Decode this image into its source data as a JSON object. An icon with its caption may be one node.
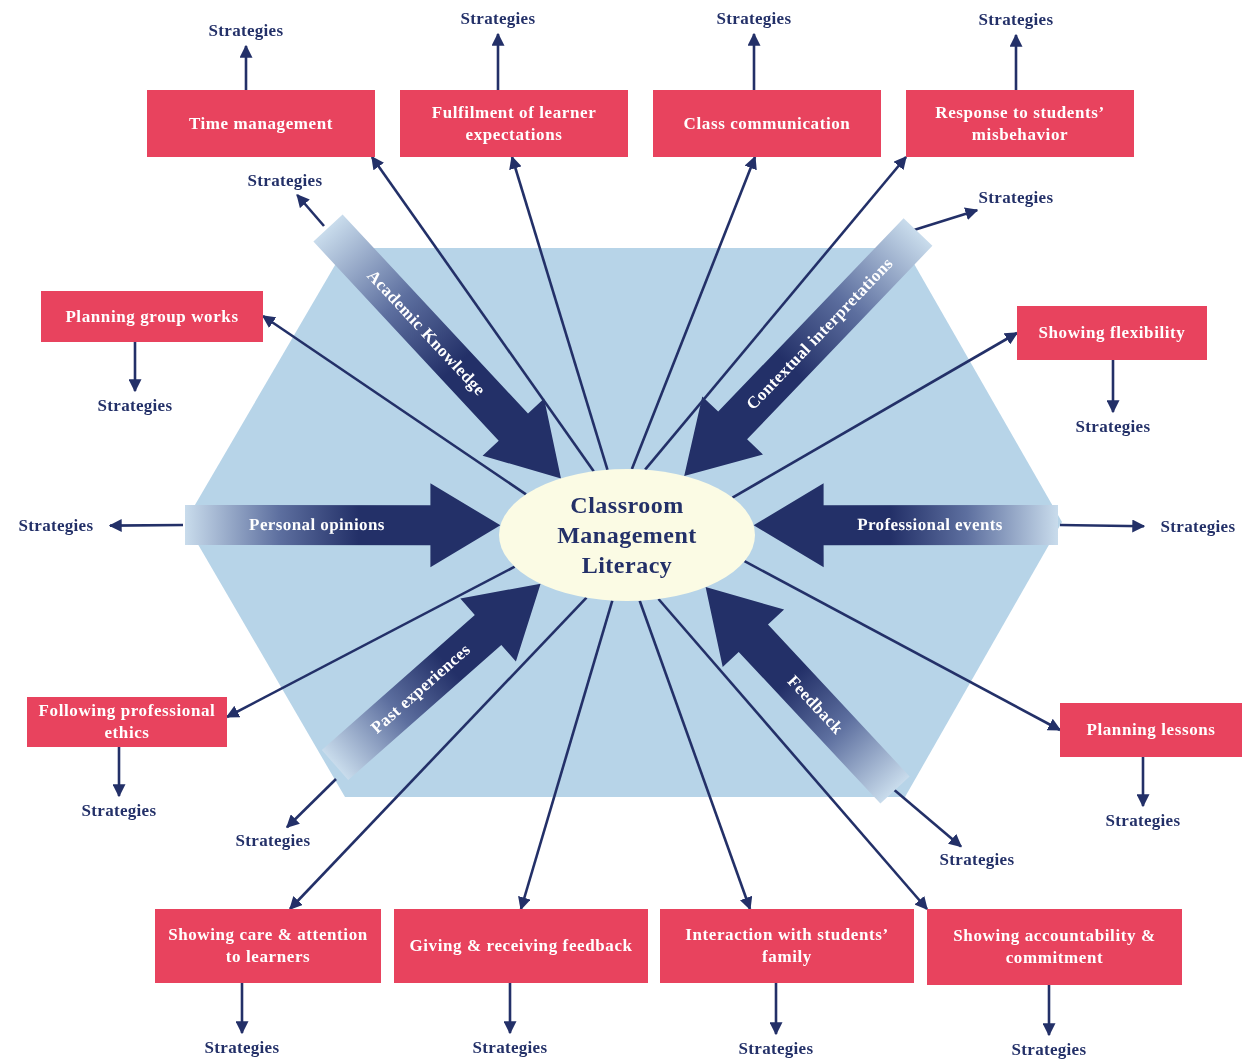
{
  "diagram": {
    "nodes": [
      {
        "text": [
          "Classroom Management Literacy"
        ]
      },
      {
        "text": [
          "Time management"
        ]
      },
      {
        "text": [
          "Fulfilment of learner expectations"
        ]
      },
      {
        "text": [
          "Class communication"
        ]
      },
      {
        "text": [
          "Response to students’ misbehavior"
        ]
      },
      {
        "text": [
          "Planning group works"
        ]
      },
      {
        "text": [
          "Showing flexibility"
        ]
      },
      {
        "text": [
          "Following professional ethics"
        ]
      },
      {
        "text": [
          "Planning lessons"
        ]
      },
      {
        "text": [
          "Showing care & attention to learners"
        ]
      },
      {
        "text": [
          "Giving & receiving feedback"
        ]
      },
      {
        "text": [
          "Interaction with students’ family"
        ]
      },
      {
        "text": [
          "Showing accountability & commitment"
        ]
      },
      {
        "text": [
          "Strategies"
        ]
      },
      {
        "text": [
          "Strategies"
        ]
      },
      {
        "text": [
          "Strategies"
        ]
      },
      {
        "text": [
          "Strategies"
        ]
      },
      {
        "text": [
          "Strategies"
        ]
      },
      {
        "text": [
          "Strategies"
        ]
      },
      {
        "text": [
          "Strategies"
        ]
      },
      {
        "text": [
          "Strategies"
        ]
      },
      {
        "text": [
          "Strategies"
        ]
      },
      {
        "text": [
          "Strategies"
        ]
      },
      {
        "text": [
          "Strategies"
        ]
      },
      {
        "text": [
          "Strategies"
        ]
      },
      {
        "text": [
          "Strategies"
        ]
      },
      {
        "text": [
          "Strategies"
        ]
      },
      {
        "text": [
          "Strategies"
        ]
      },
      {
        "text": [
          "Strategies"
        ]
      },
      {
        "text": [
          "Strategies"
        ]
      },
      {
        "text": [
          "Strategies"
        ]
      }
    ],
    "edges": [
      {
        "from": 0,
        "to": 1,
        "arrow": "to"
      },
      {
        "from": 0,
        "to": 2,
        "arrow": "to"
      },
      {
        "from": 0,
        "to": 3,
        "arrow": "to"
      },
      {
        "from": 0,
        "to": 4,
        "arrow": "to"
      },
      {
        "from": 0,
        "to": 5,
        "arrow": "to"
      },
      {
        "from": 0,
        "to": 6,
        "arrow": "to"
      },
      {
        "from": 0,
        "to": 7,
        "arrow": "to"
      },
      {
        "from": 0,
        "to": 8,
        "arrow": "to"
      },
      {
        "from": 0,
        "to": 9,
        "arrow": "to"
      },
      {
        "from": 0,
        "to": 10,
        "arrow": "to"
      },
      {
        "from": 0,
        "to": 11,
        "arrow": "to"
      },
      {
        "from": 0,
        "to": 12,
        "arrow": "to"
      },
      {
        "from": 1,
        "to": 13,
        "arrow": "to"
      },
      {
        "from": 2,
        "to": 14,
        "arrow": "to"
      },
      {
        "from": 3,
        "to": 15,
        "arrow": "to"
      },
      {
        "from": 4,
        "to": 16,
        "arrow": "to"
      },
      {
        "from": 5,
        "to": 17,
        "arrow": "to"
      },
      {
        "from": 6,
        "to": 18,
        "arrow": "to"
      },
      {
        "from": 7,
        "to": 19,
        "arrow": "to"
      },
      {
        "from": 8,
        "to": 20,
        "arrow": "to"
      },
      {
        "from": 9,
        "to": 21,
        "arrow": "to"
      },
      {
        "from": 10,
        "to": 22,
        "arrow": "to"
      },
      {
        "from": 11,
        "to": 23,
        "arrow": "to"
      },
      {
        "from": 12,
        "to": 24,
        "arrow": "to"
      },
      {
        "from": null,
        "to": 25,
        "arrow": "to"
      },
      {
        "from": null,
        "to": 26,
        "arrow": "to"
      },
      {
        "from": null,
        "to": 27,
        "arrow": "to"
      },
      {
        "from": null,
        "to": 28,
        "arrow": "to"
      },
      {
        "from": null,
        "to": 29,
        "arrow": "to"
      },
      {
        "from": null,
        "to": 30,
        "arrow": "to"
      },
      {
        "from": null,
        "to": 0,
        "arrow": "to",
        "style": "thick",
        "label": "Academic Knowledge"
      },
      {
        "from": null,
        "to": 0,
        "arrow": "to",
        "style": "thick",
        "label": "Contextual interpretations"
      },
      {
        "from": null,
        "to": 0,
        "arrow": "to",
        "style": "thick",
        "label": "Personal opinions"
      },
      {
        "from": null,
        "to": 0,
        "arrow": "to",
        "style": "thick",
        "label": "Professional events"
      },
      {
        "from": null,
        "to": 0,
        "arrow": "to",
        "style": "thick",
        "label": "Past experiences"
      },
      {
        "from": null,
        "to": 0,
        "arrow": "to",
        "style": "thick",
        "label": "Feedback"
      }
    ]
  }
}
